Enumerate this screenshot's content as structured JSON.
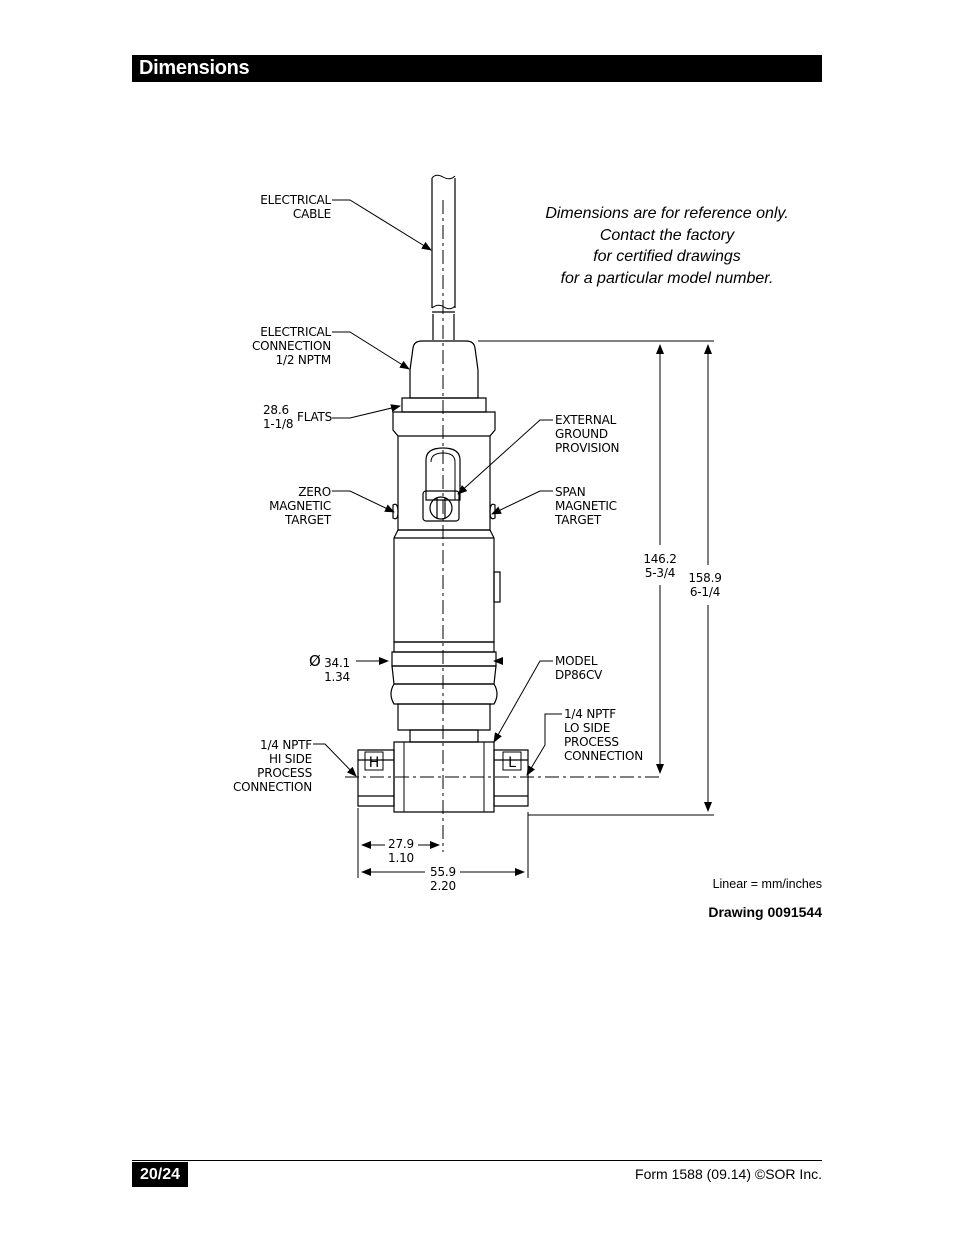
{
  "header": {
    "title": "Dimensions"
  },
  "note": {
    "lines": [
      "Dimensions are for reference only.",
      "Contact the factory",
      "for certified drawings",
      "for a particular model number."
    ]
  },
  "labels": {
    "electrical_cable": [
      "ELECTRICAL",
      "CABLE"
    ],
    "electrical_connection": [
      "ELECTRICAL",
      "CONNECTION",
      "1/2 NPTM"
    ],
    "flats": {
      "dims": [
        "28.6",
        "1-1/8"
      ],
      "word": "FLATS"
    },
    "external_ground": [
      "EXTERNAL",
      "GROUND",
      "PROVISION"
    ],
    "zero_target": [
      "ZERO",
      "MAGNETIC",
      "TARGET"
    ],
    "span_target": [
      "SPAN",
      "MAGNETIC",
      "TARGET"
    ],
    "diameter": {
      "symbol": "Ø",
      "mm": "34.1",
      "in": "1.34"
    },
    "model": [
      "MODEL",
      "DP86CV"
    ],
    "lo_side": [
      "1/4 NPTF",
      "LO SIDE",
      "PROCESS",
      "CONNECTION"
    ],
    "hi_side": [
      "1/4 NPTF",
      "HI SIDE",
      "PROCESS",
      "CONNECTION"
    ],
    "dim_146": [
      "146.2",
      "5-3/4"
    ],
    "dim_158": [
      "158.9",
      "6-1/4"
    ],
    "dim_27": [
      "27.9",
      "1.10"
    ],
    "dim_55": [
      "55.9",
      "2.20"
    ],
    "hi_letter": "H",
    "lo_letter": "L"
  },
  "linear_note": "Linear = mm/inches",
  "drawing_number": "Drawing 0091544",
  "footer": {
    "page": "20/24",
    "form": "Form 1588 (09.14) ©SOR Inc."
  }
}
